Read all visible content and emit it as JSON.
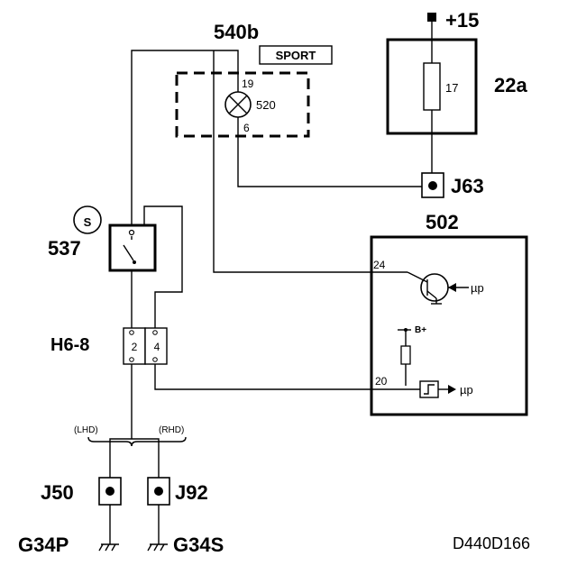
{
  "labels": {
    "supply": "+15",
    "component_540b": "540b",
    "sport_badge": "SPORT",
    "lamp_id": "520",
    "pin_19": "19",
    "pin_6": "6",
    "fuse_id": "17",
    "fuse_box": "22a",
    "connector_j63": "J63",
    "switch_symbol": "S",
    "switch_id": "537",
    "ecu_id": "502",
    "pin_24": "24",
    "pin_20": "20",
    "up_out_1": "µp",
    "up_out_2": "µp",
    "b_plus": "B+",
    "connector_h68": "H6-8",
    "h68_pin_2": "2",
    "h68_pin_4": "4",
    "lhd": "(LHD)",
    "rhd": "(RHD)",
    "connector_j50": "J50",
    "connector_j92": "J92",
    "ground_g34p": "G34P",
    "ground_g34s": "G34S",
    "diagram_ref": "D440D166"
  }
}
